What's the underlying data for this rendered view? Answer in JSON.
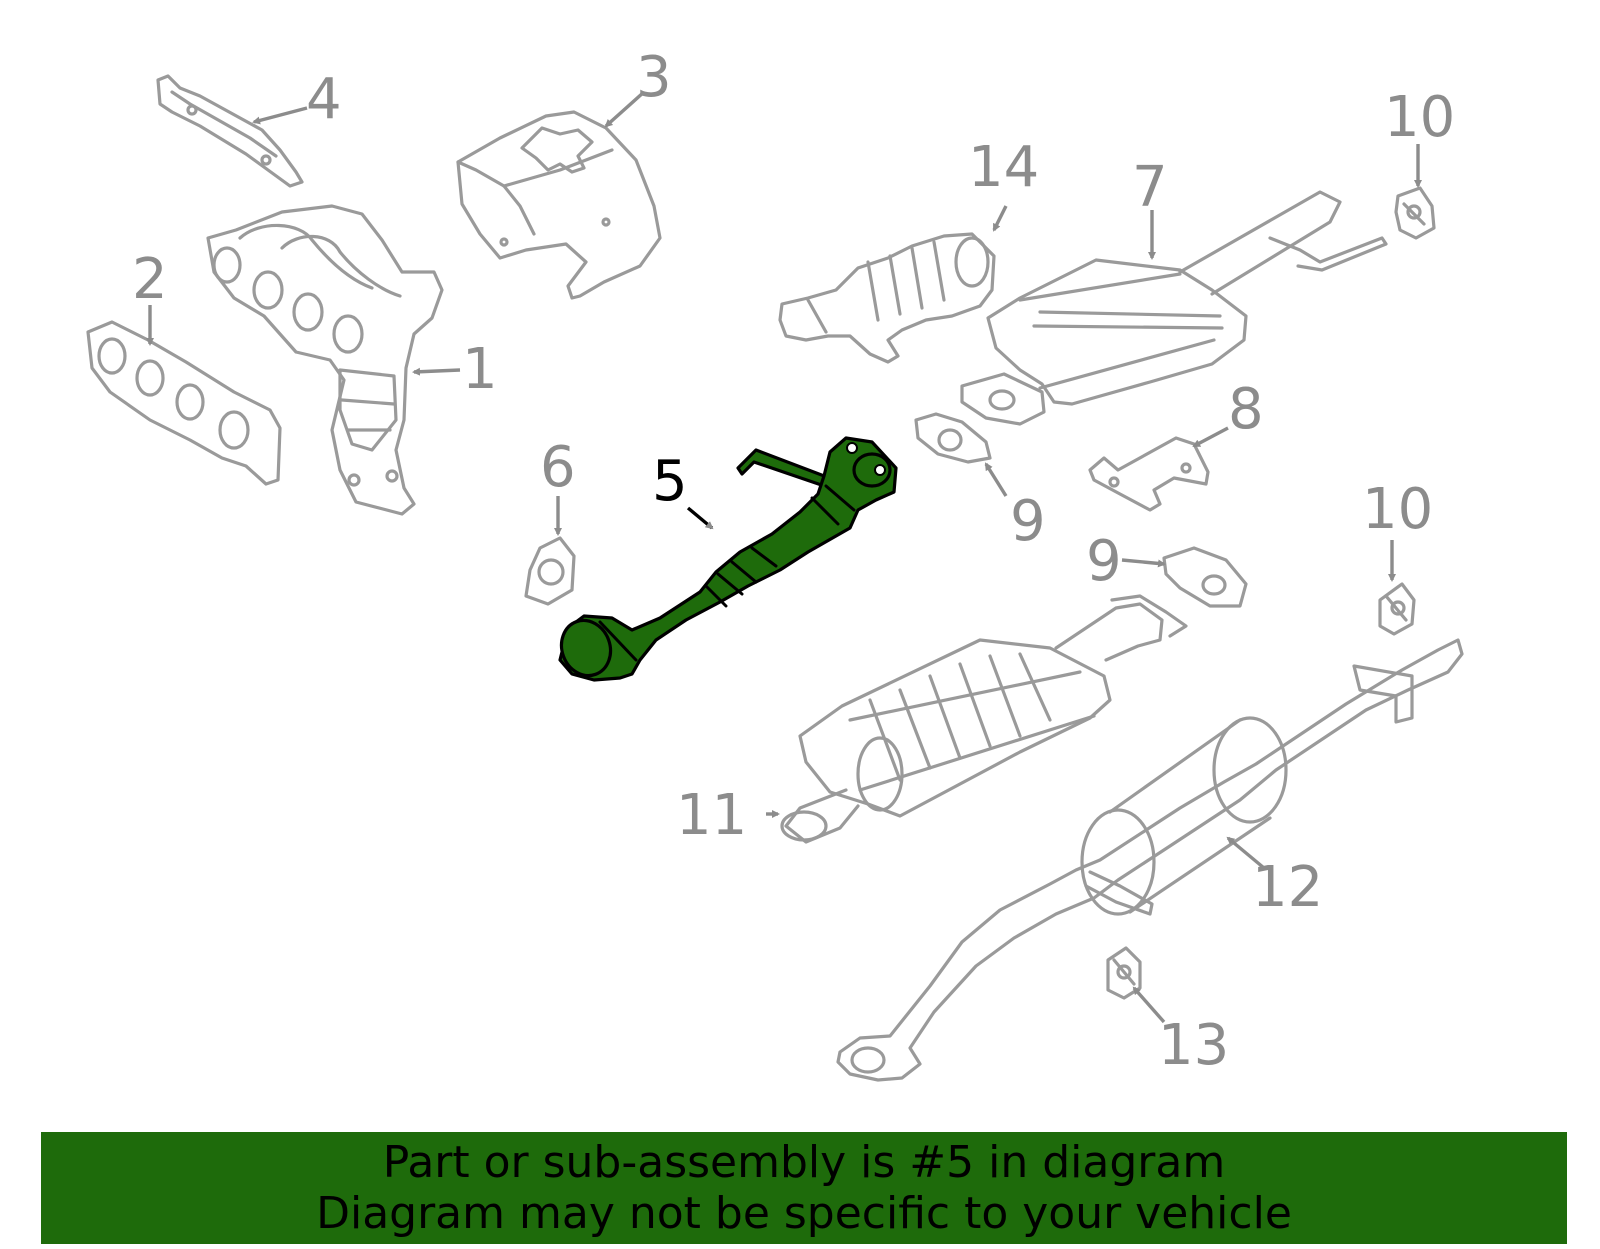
{
  "diagram": {
    "highlight_color": "#1e6b0b",
    "part_line_color": "#9a9a9a",
    "highlighted_callout": "5",
    "callouts": {
      "c1": "1",
      "c2": "2",
      "c3": "3",
      "c4": "4",
      "c5": "5",
      "c6": "6",
      "c7": "7",
      "c8": "8",
      "c9a": "9",
      "c9b": "9",
      "c10a": "10",
      "c10b": "10",
      "c11": "11",
      "c12": "12",
      "c13": "13",
      "c14": "14"
    }
  },
  "banner": {
    "line1": "Part or sub-assembly is #5 in diagram",
    "line2": "Diagram may not be specific to your vehicle",
    "background": "#1e6b0b"
  }
}
